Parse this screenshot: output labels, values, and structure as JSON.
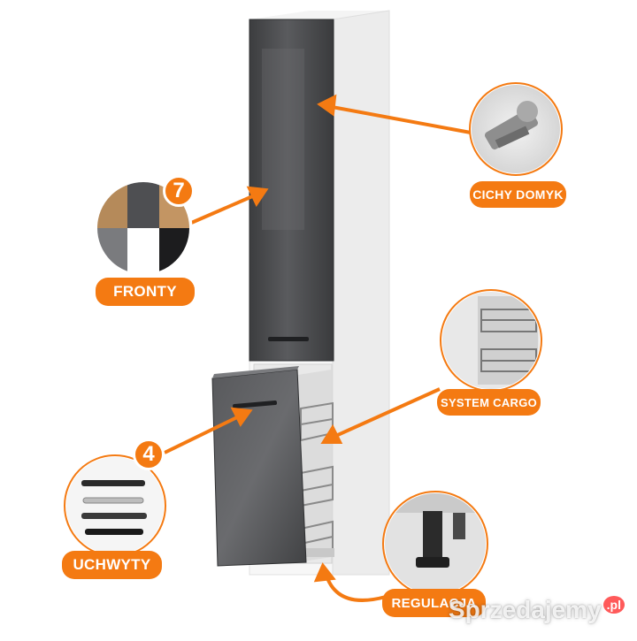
{
  "labels": {
    "cichy_domyk": "CICHY DOMYK",
    "fronty": "FRONTY",
    "system_cargo": "SYSTEM CARGO",
    "uchwyty": "UCHWYTY",
    "regulacja": "REGULACJA"
  },
  "badges": {
    "fronty_count": "7",
    "uchwyty_count": "4"
  },
  "watermark": {
    "text": "Sprzedajemy",
    "suffix": ".pl"
  },
  "colors": {
    "accent": "#f47a12",
    "front_gloss": "#4a4b4d",
    "carcass": "#ffffff"
  }
}
